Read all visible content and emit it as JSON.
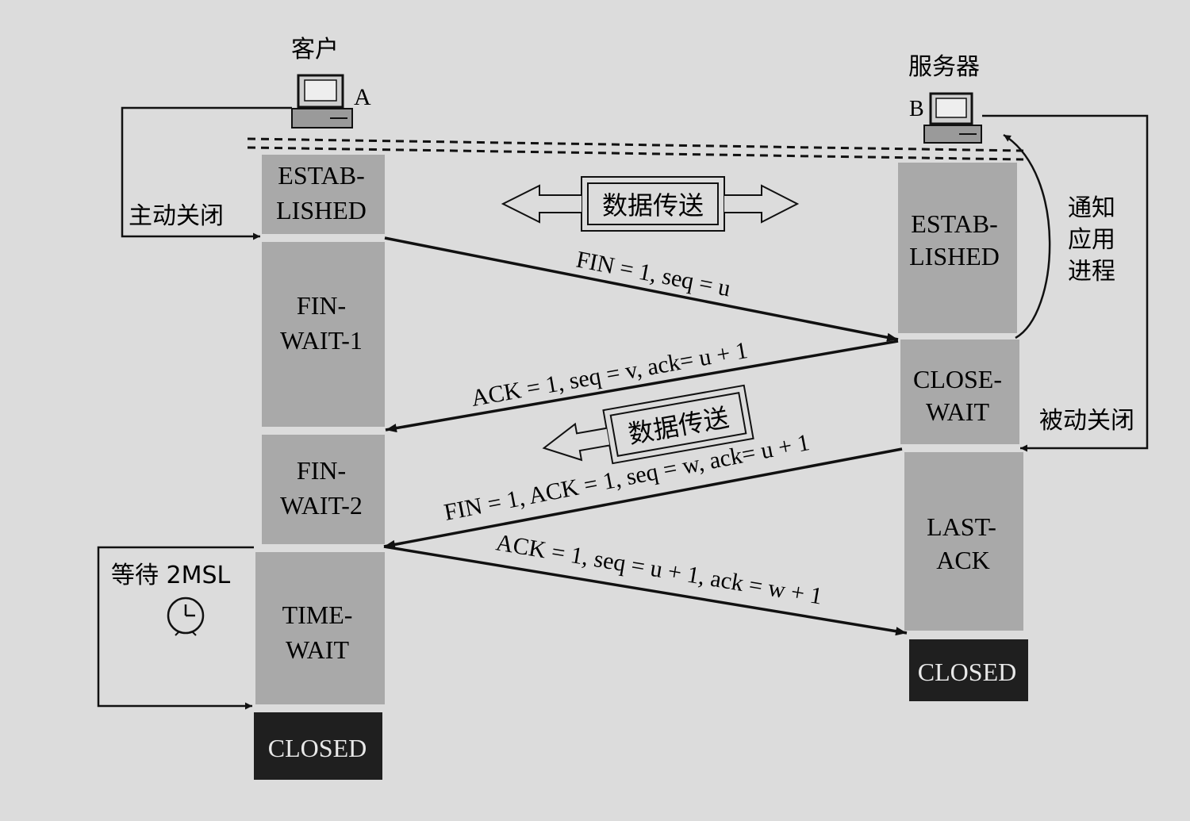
{
  "client": {
    "label": "客户",
    "host": "A"
  },
  "server": {
    "label": "服务器",
    "host": "B"
  },
  "client_states": {
    "established": [
      "ESTAB-",
      "LISHED"
    ],
    "fin_wait_1": [
      "FIN-",
      "WAIT-1"
    ],
    "fin_wait_2": [
      "FIN-",
      "WAIT-2"
    ],
    "time_wait": [
      "TIME-",
      "WAIT"
    ],
    "closed": "CLOSED"
  },
  "server_states": {
    "established": [
      "ESTAB-",
      "LISHED"
    ],
    "close_wait": [
      "CLOSE-",
      "WAIT"
    ],
    "last_ack": [
      "LAST-",
      "ACK"
    ],
    "closed": "CLOSED"
  },
  "messages": {
    "m1": "FIN = 1, seq = u",
    "m2": "ACK = 1, seq = v, ack= u + 1",
    "m3": "FIN = 1, ACK = 1, seq = w, ack= u + 1",
    "m4": "ACK = 1, seq = u + 1, ack = w + 1"
  },
  "data_transfer": "数据传送",
  "side_labels": {
    "active_close": "主动关闭",
    "passive_close": "被动关闭",
    "notify_app": [
      "通知",
      "应用",
      "进程"
    ],
    "wait_2msl": "等待 2MSL"
  },
  "icons": {
    "computer": "computer-icon",
    "clock": "clock-icon"
  },
  "colors": {
    "state_fill": "#a9a9a9",
    "closed_fill": "#1f1f1f",
    "page": "#dcdcdc"
  }
}
